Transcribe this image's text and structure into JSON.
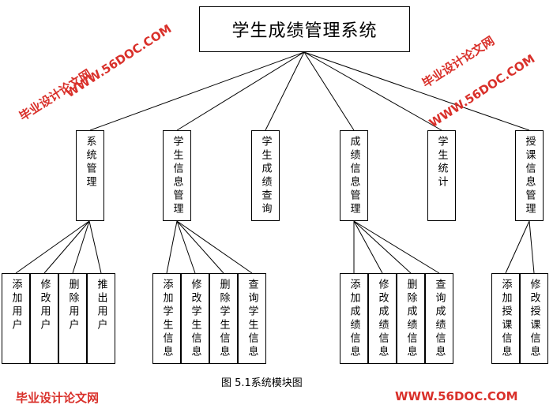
{
  "root": "学生成绩管理系统",
  "modules": [
    {
      "label": "系统管理",
      "children": [
        "添加用户",
        "修改用户",
        "删除用户",
        "推出用户"
      ]
    },
    {
      "label": "学生信息管理",
      "children": [
        "添加学生信息",
        "修改学生信息",
        "删除学生信息",
        "查询学生信息"
      ]
    },
    {
      "label": "学生成绩查询",
      "children": []
    },
    {
      "label": "成绩信息管理",
      "children": [
        "添加成绩信息",
        "修改成绩信息",
        "删除成绩信息",
        "查询成绩信息"
      ]
    },
    {
      "label": "学生统计",
      "children": []
    },
    {
      "label": "授课信息管理",
      "children": [
        "添加授课信息",
        "修改授课信息"
      ]
    }
  ],
  "caption": "图 5.1系统模块图",
  "watermark": {
    "url": "WWW.56DOC.COM",
    "site": "毕业设计论文网"
  }
}
